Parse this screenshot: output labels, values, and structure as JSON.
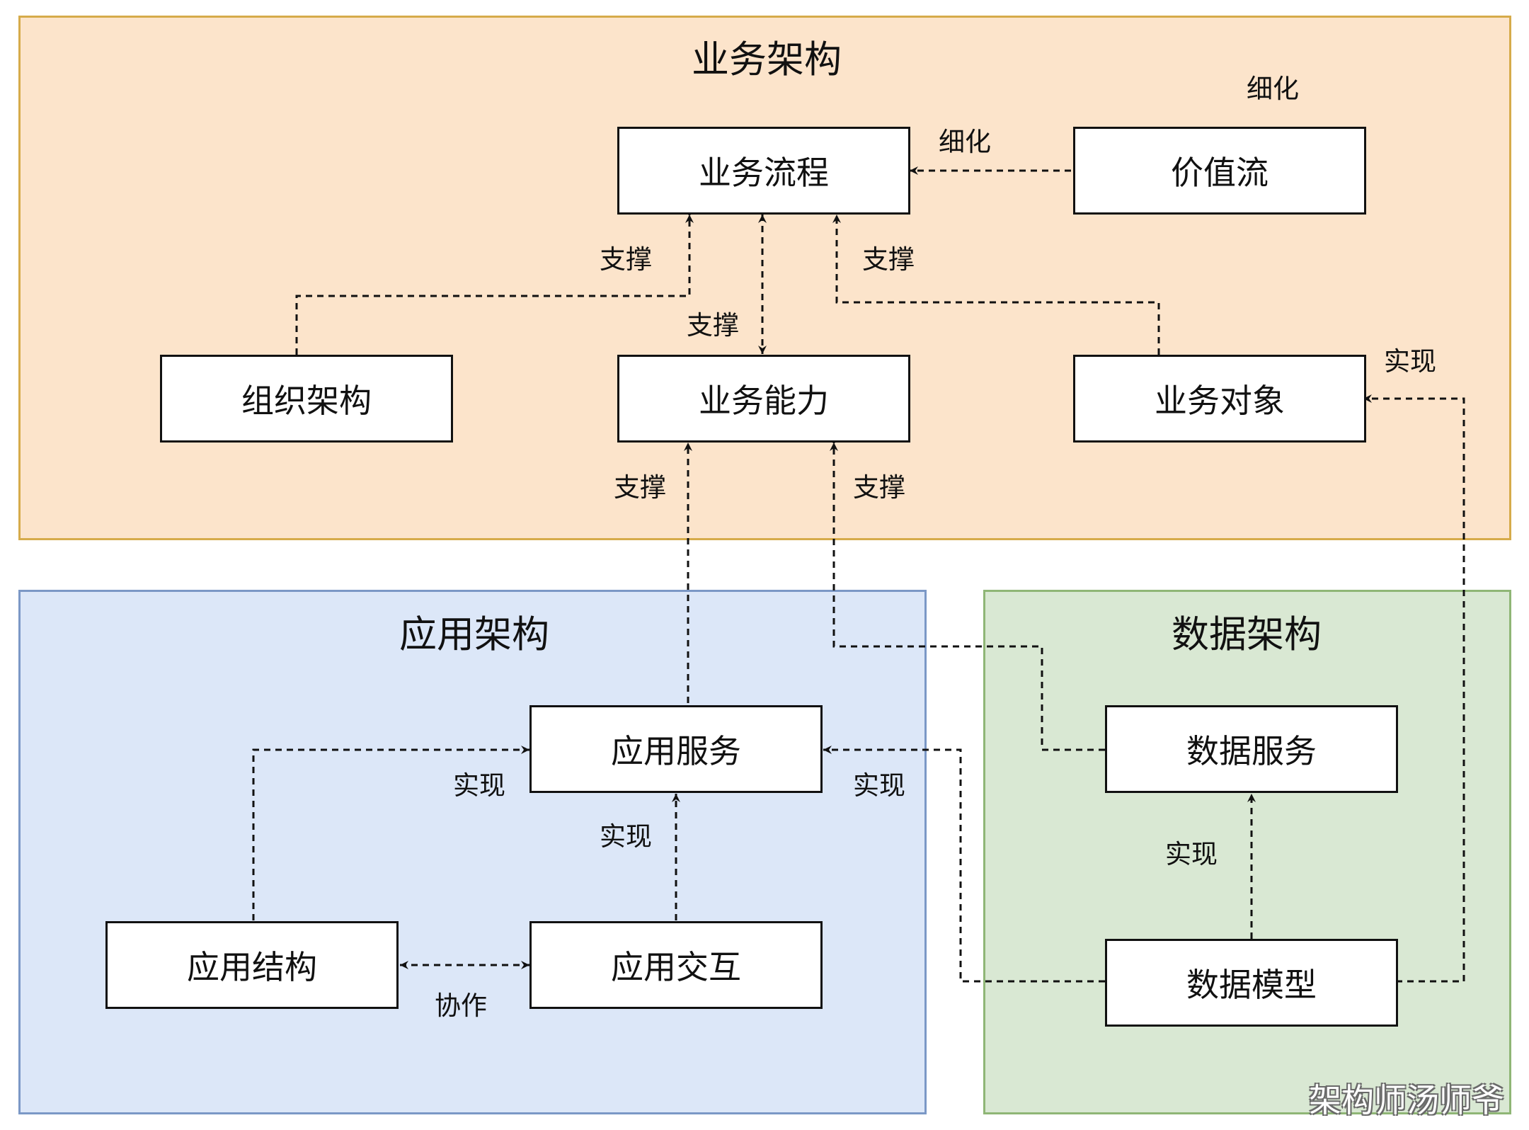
{
  "groups": {
    "business": {
      "title": "业务架构",
      "fill": "#fce4cb",
      "stroke": "#d6ab4a"
    },
    "application": {
      "title": "应用架构",
      "fill": "#dce7f8",
      "stroke": "#7b98c6"
    },
    "data": {
      "title": "数据架构",
      "fill": "#d9e8d3",
      "stroke": "#8fb676"
    }
  },
  "nodes": {
    "business_process": "业务流程",
    "value_stream": "价值流",
    "org_structure": "组织架构",
    "business_capability": "业务能力",
    "business_object": "业务对象",
    "app_service": "应用服务",
    "app_structure": "应用结构",
    "app_interaction": "应用交互",
    "data_service": "数据服务",
    "data_model": "数据模型"
  },
  "edge_labels": {
    "refine_top": "细化",
    "refine_edge": "细化",
    "support_org": "支撑",
    "support_object": "支撑",
    "support_capability": "支撑",
    "realize_object": "实现",
    "support_app_service": "支撑",
    "support_data_service": "支撑",
    "realize_structure": "实现",
    "realize_data_to_app": "实现",
    "realize_interaction": "实现",
    "collaborate": "协作",
    "realize_data_model": "实现"
  },
  "watermark": "架构师汤师爷"
}
